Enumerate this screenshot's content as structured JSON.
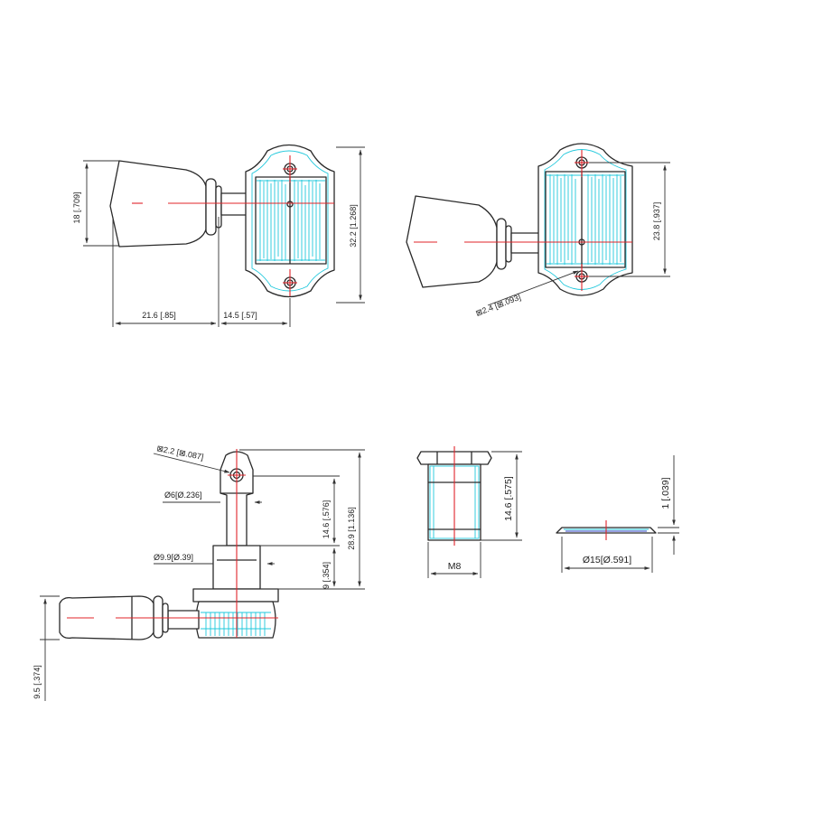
{
  "dimensions": {
    "knob_height": "18 [.709]",
    "button_length": "21.6 [.85]",
    "shaft_length": "14.5 [.57]",
    "plate_height": "32.2 [1.268]",
    "hole_spacing": "23.8 [.937]",
    "screw_hole": "⊠2.4 [⊠.093]",
    "post_hole": "⊠2.2 [⊠.087]",
    "post_diameter": "Ø6[Ø.236]",
    "post_height": "14.6 [.576]",
    "total_height": "28.9 [1.136]",
    "base_diameter": "Ø9.9[Ø.39]",
    "base_height": "9 [.354]",
    "button_height": "9.5 [.374]",
    "bushing_height": "14.6 [.575]",
    "bushing_thread": "M8",
    "washer_thickness": "1 [.039]",
    "washer_diameter": "Ø15[Ø.591]"
  },
  "colors": {
    "outline": "#2a2a2a",
    "centerline": "#e0242a",
    "hatch": "#20c8dc"
  }
}
